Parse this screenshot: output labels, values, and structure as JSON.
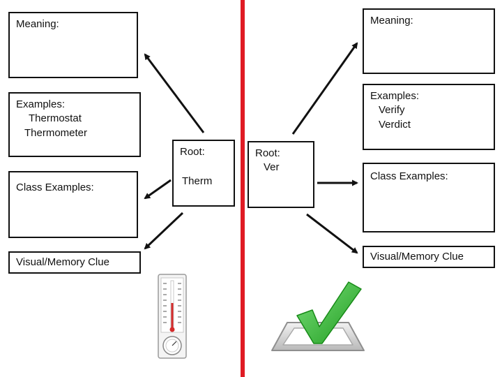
{
  "left": {
    "meaning_label": "Meaning:",
    "examples_label": "Examples:",
    "examples": [
      "Thermostat",
      "Thermometer"
    ],
    "root_label": "Root:",
    "root": "Therm",
    "class_examples_label": "Class Examples:",
    "visual_label": "Visual/Memory Clue"
  },
  "right": {
    "meaning_label": "Meaning:",
    "examples_label": "Examples:",
    "examples": [
      "Verify",
      "Verdict"
    ],
    "root_label": "Root:",
    "root": "Ver",
    "class_examples_label": "Class Examples:",
    "visual_label": "Visual/Memory Clue"
  },
  "colors": {
    "divider": "#e01b24",
    "check": "#2fb52f"
  },
  "icons": {
    "left_clue": "thermometer-icon",
    "right_clue": "checkmark-icon"
  }
}
